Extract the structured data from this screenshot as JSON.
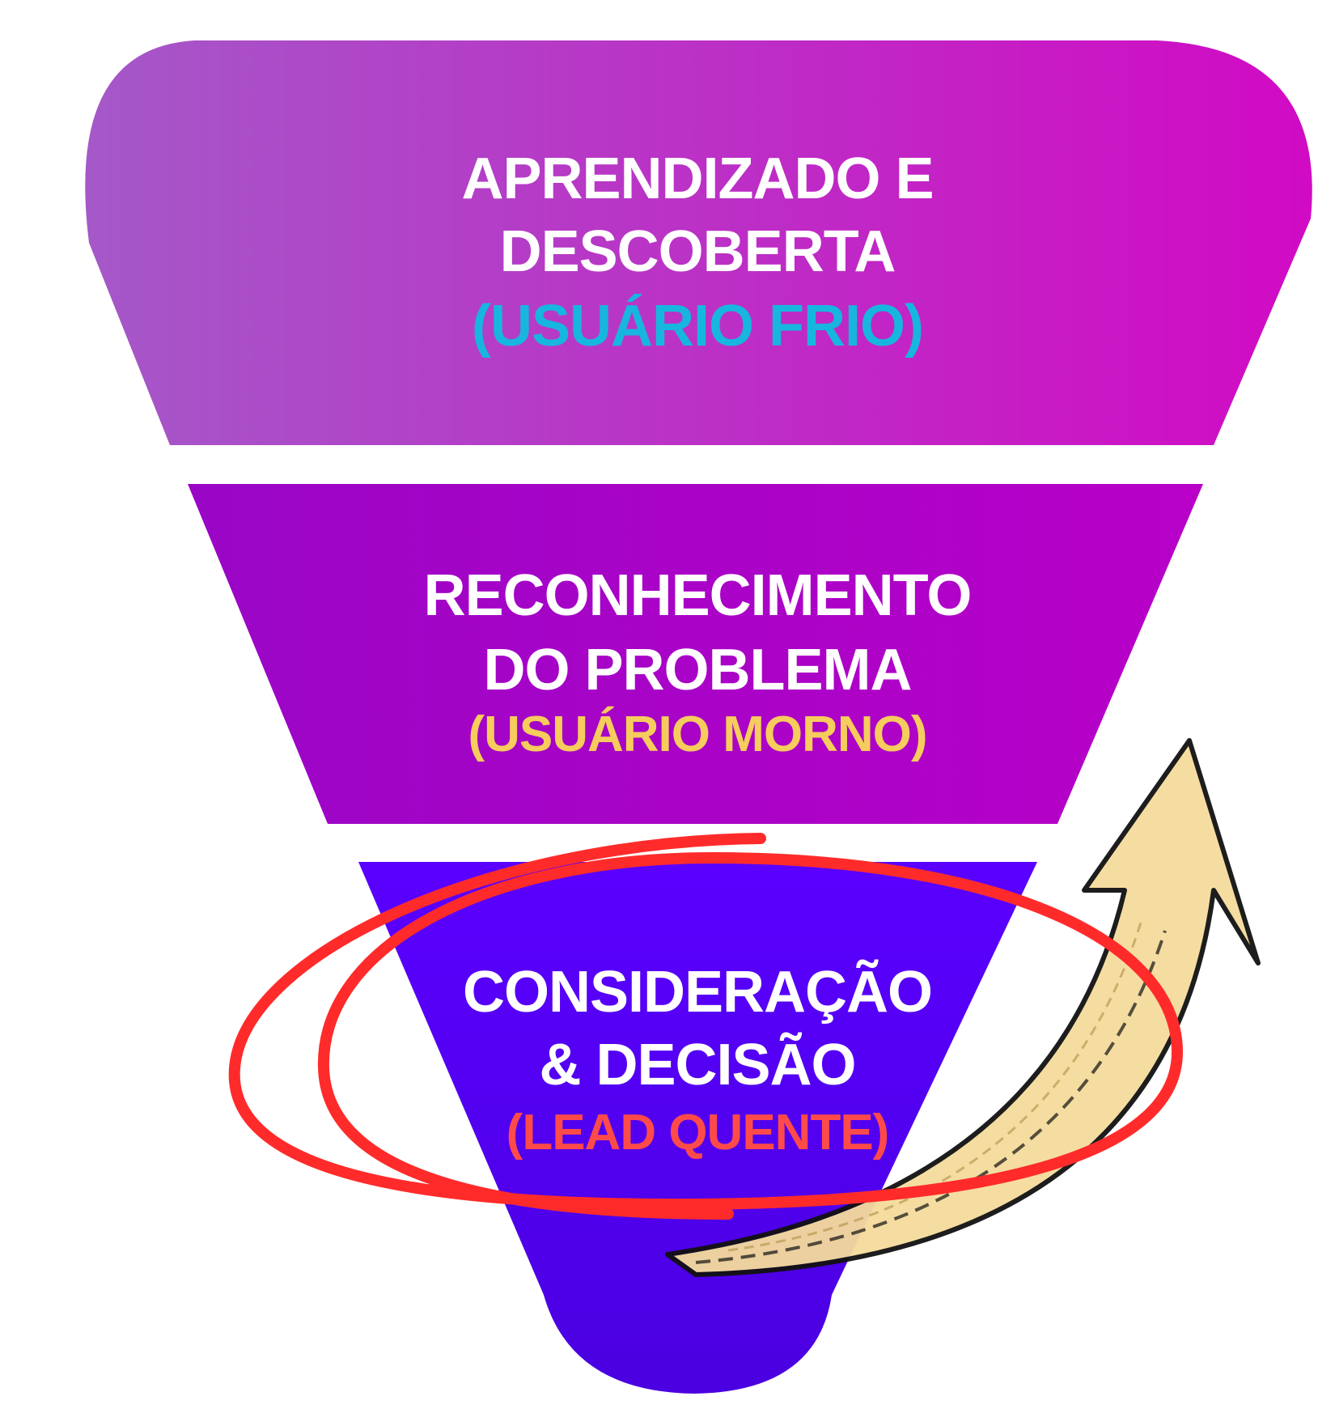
{
  "stages": [
    {
      "line1": "APRENDIZADO E",
      "line2": "DESCOBERTA",
      "tag": "(USUÁRIO FRIO)"
    },
    {
      "line1": "RECONHECIMENTO",
      "line2": "DO PROBLEMA",
      "tag": "(USUÁRIO MORNO)"
    },
    {
      "line1": "CONSIDERAÇÃO",
      "line2": "& DECISÃO",
      "tag": "(LEAD QUENTE)"
    }
  ],
  "colors": {
    "stage1_start": "#a558c8",
    "stage1_end": "#d10ac4",
    "stage2_start": "#9a06c6",
    "stage2_end": "#b800c8",
    "stage3_start": "#5a00ff",
    "stage3_end": "#4a00e0",
    "text": "#ffffff",
    "tag_cold": "#17b6de",
    "tag_warm": "#f6cc5c",
    "tag_hot": "#ff4a4a",
    "circle": "#ff2b2b",
    "arrow_fill": "#f5dc9c",
    "arrow_edge": "#111111"
  }
}
